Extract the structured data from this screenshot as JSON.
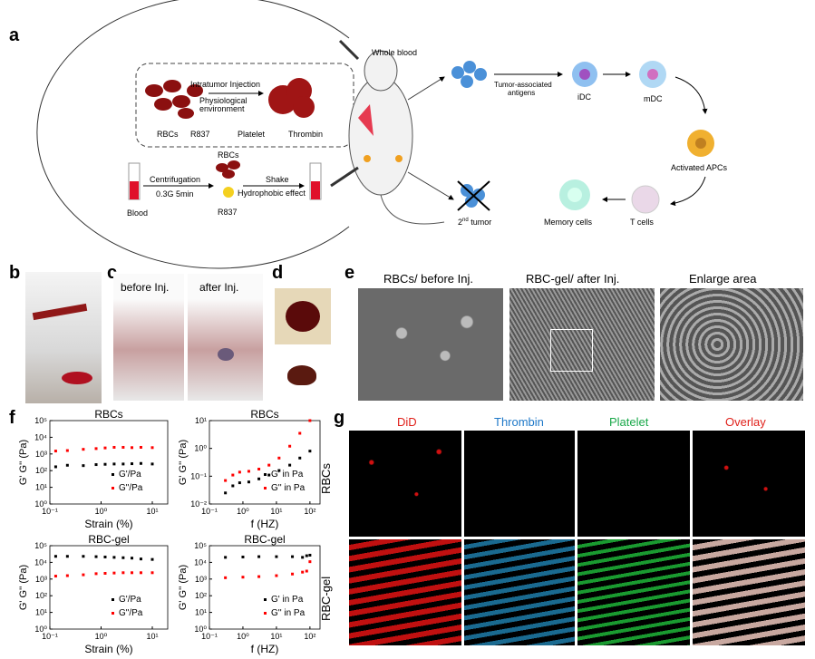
{
  "panels": {
    "a": "a",
    "b": "b",
    "c": "c",
    "d": "d",
    "e": "e",
    "f": "f",
    "g": "g"
  },
  "a": {
    "whole_blood": "Whole blood",
    "intratumor": "Intratumor Injection",
    "physiological": "Physiological",
    "environment": "environment",
    "legend": [
      "RBCs",
      "R837",
      "Platelet",
      "Thrombin"
    ],
    "rbcs": "RBCs",
    "centrifugation": "Centrifugation",
    "centri_cond": "0.3G 5min",
    "blood": "Blood",
    "r837": "R837",
    "shake": "Shake",
    "hydrophobic": "Hydrophobic effect",
    "tumor_antigens": "Tumor-associated",
    "antigens": "antigens",
    "idc": "iDC",
    "mdc": "mDC",
    "activated": "Activated APCs",
    "tcells": "T cells",
    "memory": "Memory cells",
    "second_tumor_sup": "nd",
    "second_tumor": "tumor",
    "second_num": "2"
  },
  "c": {
    "before": "before Inj.",
    "after": "after Inj."
  },
  "e": {
    "titles": [
      "RBCs/ before Inj.",
      "RBC-gel/ after Inj.",
      "Enlarge area"
    ]
  },
  "g": {
    "columns": [
      "DiD",
      "Thrombin",
      "Platelet",
      "Overlay"
    ],
    "column_colors": [
      "#e0201a",
      "#1e78c8",
      "#1aa84a",
      "#e0201a"
    ],
    "rows": [
      "RBCs",
      "RBC-gel"
    ]
  },
  "chart_data": [
    {
      "type": "scatter",
      "title": "RBCs",
      "xlabel": "Strain (%)",
      "ylabel": "G' G'' (Pa)",
      "xlim": [
        0.1,
        20
      ],
      "ylim": [
        1,
        100000
      ],
      "xticks": [
        "10⁻¹",
        "10⁰",
        "10¹"
      ],
      "yticks": [
        "10⁰",
        "10¹",
        "10²",
        "10³",
        "10⁴",
        "10⁵"
      ],
      "series": [
        {
          "name": "G'/Pa",
          "color": "#000000",
          "x": [
            0.13,
            0.22,
            0.45,
            0.8,
            1.2,
            1.8,
            2.7,
            4,
            6,
            10
          ],
          "y": [
            170,
            210,
            200,
            230,
            240,
            250,
            250,
            260,
            270,
            250
          ]
        },
        {
          "name": "G\"/Pa",
          "color": "#ff0000",
          "x": [
            0.13,
            0.22,
            0.45,
            0.8,
            1.2,
            1.8,
            2.7,
            4,
            6,
            10
          ],
          "y": [
            1500,
            1600,
            1900,
            2100,
            2300,
            2500,
            2500,
            2400,
            2500,
            2400
          ]
        }
      ]
    },
    {
      "type": "scatter",
      "title": "RBCs",
      "xlabel": "f (HZ)",
      "ylabel": "G' G'' (Pa)",
      "xlim": [
        0.1,
        200
      ],
      "ylim": [
        0.01,
        10
      ],
      "xticks": [
        "10⁻¹",
        "10⁰",
        "10¹",
        "10²"
      ],
      "yticks": [
        "10⁻²",
        "10⁻¹",
        "10⁰",
        "10¹"
      ],
      "series": [
        {
          "name": "G' in Pa",
          "color": "#000000",
          "x": [
            0.3,
            0.5,
            0.8,
            1.5,
            3,
            6,
            12,
            25,
            50,
            100
          ],
          "y": [
            0.025,
            0.045,
            0.058,
            0.062,
            0.08,
            0.11,
            0.16,
            0.25,
            0.45,
            0.8
          ]
        },
        {
          "name": "G'' in Pa",
          "color": "#ff0000",
          "x": [
            0.3,
            0.5,
            0.8,
            1.5,
            3,
            6,
            12,
            25,
            50,
            100
          ],
          "y": [
            0.07,
            0.11,
            0.14,
            0.15,
            0.18,
            0.25,
            0.45,
            1.2,
            3.5,
            10
          ]
        }
      ]
    },
    {
      "type": "scatter",
      "title": "RBC-gel",
      "xlabel": "Strain (%)",
      "ylabel": "G' G'' (Pa)",
      "xlim": [
        0.1,
        20
      ],
      "ylim": [
        1,
        100000
      ],
      "xticks": [
        "10⁻¹",
        "10⁰",
        "10¹"
      ],
      "yticks": [
        "10⁰",
        "10¹",
        "10²",
        "10³",
        "10⁴",
        "10⁵"
      ],
      "series": [
        {
          "name": "G'/Pa",
          "color": "#000000",
          "x": [
            0.13,
            0.22,
            0.45,
            0.8,
            1.2,
            1.8,
            2.7,
            4,
            6,
            10
          ],
          "y": [
            23000,
            23000,
            23000,
            22000,
            21000,
            20000,
            19000,
            18000,
            16000,
            15000
          ]
        },
        {
          "name": "G\"/Pa",
          "color": "#ff0000",
          "x": [
            0.13,
            0.22,
            0.45,
            0.8,
            1.2,
            1.8,
            2.7,
            4,
            6,
            10
          ],
          "y": [
            1500,
            1600,
            1800,
            2100,
            2200,
            2300,
            2400,
            2400,
            2400,
            2400
          ]
        }
      ]
    },
    {
      "type": "scatter",
      "title": "RBC-gel",
      "xlabel": "f (HZ)",
      "ylabel": "G' G'' (Pa)",
      "xlim": [
        0.1,
        200
      ],
      "ylim": [
        1,
        100000
      ],
      "xticks": [
        "10⁻¹",
        "10⁰",
        "10¹",
        "10²"
      ],
      "yticks": [
        "10⁰",
        "10¹",
        "10²",
        "10³",
        "10⁴",
        "10⁵"
      ],
      "series": [
        {
          "name": "G' in Pa",
          "color": "#000000",
          "x": [
            0.3,
            1,
            3,
            10,
            30,
            60,
            80,
            100
          ],
          "y": [
            20000,
            21000,
            22000,
            22000,
            22000,
            20000,
            25000,
            27000
          ]
        },
        {
          "name": "G'' in Pa",
          "color": "#ff0000",
          "x": [
            0.3,
            1,
            3,
            10,
            30,
            60,
            80,
            100
          ],
          "y": [
            1200,
            1300,
            1400,
            1600,
            2000,
            2600,
            3000,
            11000
          ]
        }
      ]
    }
  ]
}
